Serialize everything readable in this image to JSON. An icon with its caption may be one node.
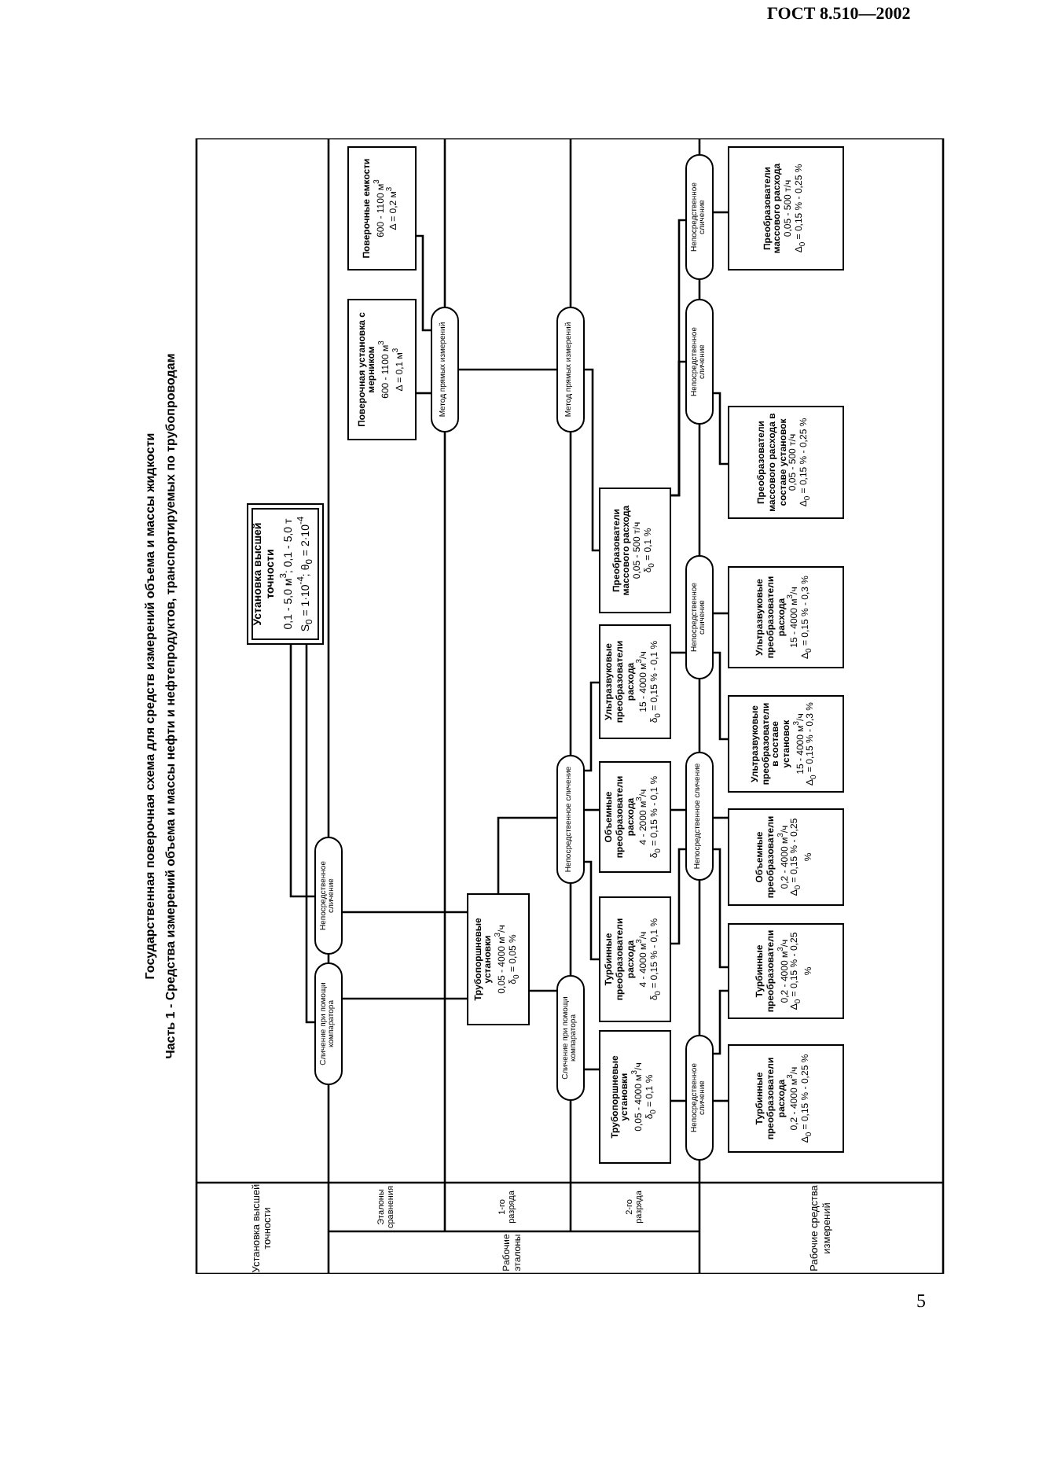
{
  "diagram": {
    "title": "Государственная поверочная схема для средств измерений объема и массы жидкости",
    "nodes": [
      {
        "text": [
          "Установка высшей точности",
          "0,1 - 5,0 м$^{3}$; 0,1 - 5,0 т",
          "S$_{0}$ = 1·10$^{-4}$; θ$_{0}$ = 2·10$^{-4}$"
        ]
      },
      {
        "text": [
          "Поверочные емкости",
          "600 - 1100 м$^{3}$",
          "Δ = 0,2 м$^{3}$"
        ]
      },
      {
        "text": [
          "Поверочная установка с мерником",
          "600 - 1100 м$^{3}$",
          "Δ = 0,1 м$^{3}$"
        ]
      },
      {
        "text": [
          "Непосредственное сличение"
        ]
      },
      {
        "text": [
          "Сличение при помощи компаратора"
        ]
      },
      {
        "text": [
          "Метод прямых измерений"
        ]
      },
      {
        "text": [
          "Трубопоршневые установки",
          "0,05 - 4000 м$^{3}$/ч",
          "δ$_{0}$ = 0,05 %"
        ]
      },
      {
        "text": [
          "Метод прямых измерений"
        ]
      },
      {
        "text": [
          "Непосредственное сличение"
        ]
      },
      {
        "text": [
          "Сличение при помощи компаратора"
        ]
      },
      {
        "text": [
          "Преобразователи массового расхода",
          "0,05 - 500 т/ч",
          "δ$_{0}$ = 0,1 %"
        ]
      },
      {
        "text": [
          "Ультразвуковые преобразователи расхода",
          "15 - 4000 м$^{3}$/ч",
          "δ$_{0}$ = 0,15 % - 0,1 %"
        ]
      },
      {
        "text": [
          "Объемные преобразователи расхода",
          "4 - 2000 м$^{3}$/ч",
          "δ$_{0}$ = 0,15 % - 0,1 %"
        ]
      },
      {
        "text": [
          "Турбинные преобразователи расхода",
          "4 - 4000 м$^{3}$/ч",
          "δ$_{0}$ = 0,15 % - 0,1 %"
        ]
      },
      {
        "text": [
          "Трубопоршневые установки",
          "0,05 - 4000 м$^{3}$/ч",
          "δ$_{0}$ = 0,1 %"
        ]
      },
      {
        "text": [
          "Непосредственное сличение"
        ]
      },
      {
        "text": [
          "Непосредственное сличение"
        ]
      },
      {
        "text": [
          "Непосредственное сличение"
        ]
      },
      {
        "text": [
          "Непосредственное сличение"
        ]
      },
      {
        "text": [
          "Непосредственное сличение"
        ]
      },
      {
        "text": [
          "Преобразователи массового расхода",
          "0,05 - 500 т/ч",
          "Δ$_{0}$ = 0,15 % - 0,25 %"
        ]
      },
      {
        "text": [
          "Преобразователи массового расхода в составе установок",
          "0,05 - 500 т/ч",
          "Δ$_{0}$ = 0,15 % - 0,25 %"
        ]
      },
      {
        "text": [
          "Ультразвуковые преобразователи расхода",
          "15 - 4000 м$^{3}$/ч",
          "Δ$_{0}$ = 0,15 % - 0,3 %"
        ]
      },
      {
        "text": [
          "Ультразвуковые преобразователи в составе установок",
          "15 - 4000 м$^{3}$/ч",
          "Δ$_{0}$ = 0,15 % - 0,3 %"
        ]
      },
      {
        "text": [
          "Объемные преобразователи",
          "0,2 - 4000 м$^{3}$/ч",
          "Δ$_{0}$ = 0,15 % - 0,25 %"
        ]
      },
      {
        "text": [
          "Турбинные преобразователи",
          "0,2 - 4000 м$^{3}$/ч",
          "Δ$_{0}$ = 0,15 % - 0,25 %"
        ]
      },
      {
        "text": [
          "Турбинные преобразователи расхода",
          "0,2 - 4000 м$^{3}$/ч",
          "Δ$_{0}$ = 0,15 % - 0,25 %"
        ]
      }
    ],
    "edges": [
      {
        "from": 0,
        "to": 3,
        "arrow": "none"
      },
      {
        "from": 0,
        "to": 4,
        "arrow": "none"
      },
      {
        "from": 3,
        "to": 6,
        "arrow": "none"
      },
      {
        "from": 4,
        "to": 6,
        "arrow": "none"
      },
      {
        "from": 1,
        "to": 5,
        "arrow": "none"
      },
      {
        "from": 2,
        "to": 5,
        "arrow": "none"
      },
      {
        "from": 5,
        "to": 7,
        "arrow": "none"
      },
      {
        "from": 7,
        "to": 10,
        "arrow": "none"
      },
      {
        "from": 6,
        "to": 8,
        "arrow": "none"
      },
      {
        "from": 6,
        "to": 9,
        "arrow": "none"
      },
      {
        "from": 8,
        "to": 11,
        "arrow": "none"
      },
      {
        "from": 8,
        "to": 12,
        "arrow": "none"
      },
      {
        "from": 8,
        "to": 13,
        "arrow": "none"
      },
      {
        "from": 9,
        "to": 14,
        "arrow": "none"
      },
      {
        "from": 10,
        "to": 15,
        "arrow": "none"
      },
      {
        "from": 10,
        "to": 16,
        "arrow": "none"
      },
      {
        "from": 15,
        "to": 20,
        "arrow": "none"
      },
      {
        "from": 16,
        "to": 21,
        "arrow": "none"
      },
      {
        "from": 11,
        "to": 17,
        "arrow": "none"
      },
      {
        "from": 17,
        "to": 22,
        "arrow": "none"
      },
      {
        "from": 17,
        "to": 23,
        "arrow": "none"
      },
      {
        "from": 12,
        "to": 18,
        "arrow": "none"
      },
      {
        "from": 13,
        "to": 18,
        "arrow": "none"
      },
      {
        "from": 18,
        "to": 24,
        "arrow": "none"
      },
      {
        "from": 18,
        "to": 25,
        "arrow": "none"
      },
      {
        "from": 14,
        "to": 19,
        "arrow": "none"
      },
      {
        "from": 19,
        "to": 26,
        "arrow": "none"
      },
      {
        "from": 19,
        "to": 25,
        "arrow": "none"
      }
    ],
    "labels": [
      "ГОСТ 8.510—2002",
      "Часть 1 - Средства измерений объема и массы нефти и нефтепродуктов, транспортируемых по трубопроводам",
      "Установка высшей точности",
      "Рабочие эталоны",
      "Эталоны сравнения",
      "1-го разряда",
      "2-го разряда",
      "Рабочие средства измерений",
      "5"
    ]
  }
}
